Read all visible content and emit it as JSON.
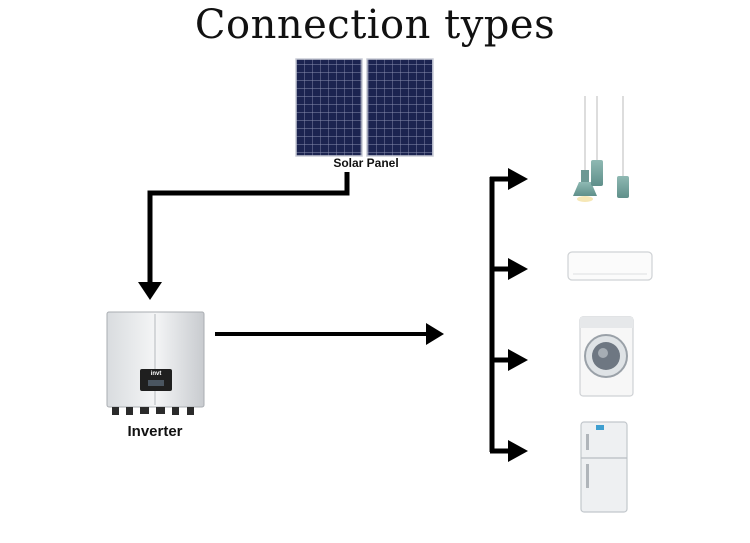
{
  "title": "Connection types",
  "labels": {
    "solar_panel": "Solar Panel",
    "inverter": "Inverter",
    "inverter_brand": "invt"
  },
  "appliances": [
    {
      "icon": "pendant-lamps-icon"
    },
    {
      "icon": "air-conditioner-icon"
    },
    {
      "icon": "washing-machine-icon"
    },
    {
      "icon": "refrigerator-icon"
    }
  ],
  "colors": {
    "arrow": "#000000",
    "solar_cell": "#1c2450",
    "solar_grid": "#8a8fb0",
    "lamp_shade": "#7fa9a4"
  }
}
